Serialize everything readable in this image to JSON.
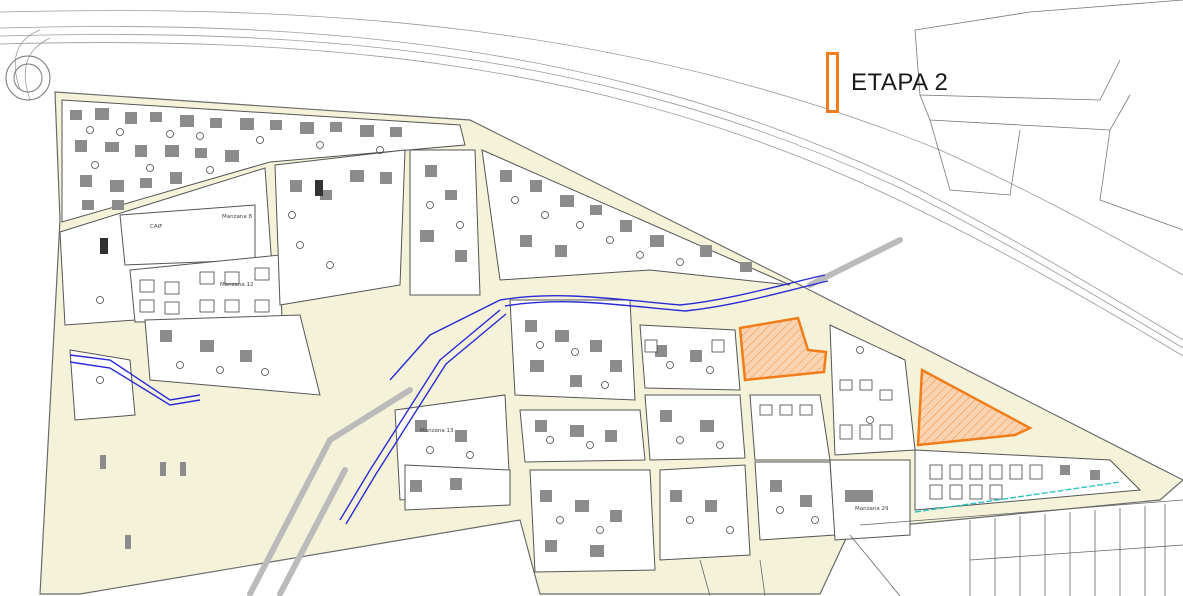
{
  "legend": {
    "label": "ETAPA 2",
    "color": "#F07D1A"
  },
  "colors": {
    "phase_outline": "#F07D1A",
    "phase_hatch": "#F7B27A",
    "water_line": "#2B2BD6",
    "teal_line": "#2EC4C4",
    "building": "#8C8C8C",
    "street_fill": "#F4F3DA"
  },
  "map_labels": {
    "manzana_8": "Manzana 8",
    "manzana_12": "Manzana 12",
    "manzana_13": "Manzana 13",
    "manzana_29": "Manzana 29",
    "caif": "CAIF"
  }
}
